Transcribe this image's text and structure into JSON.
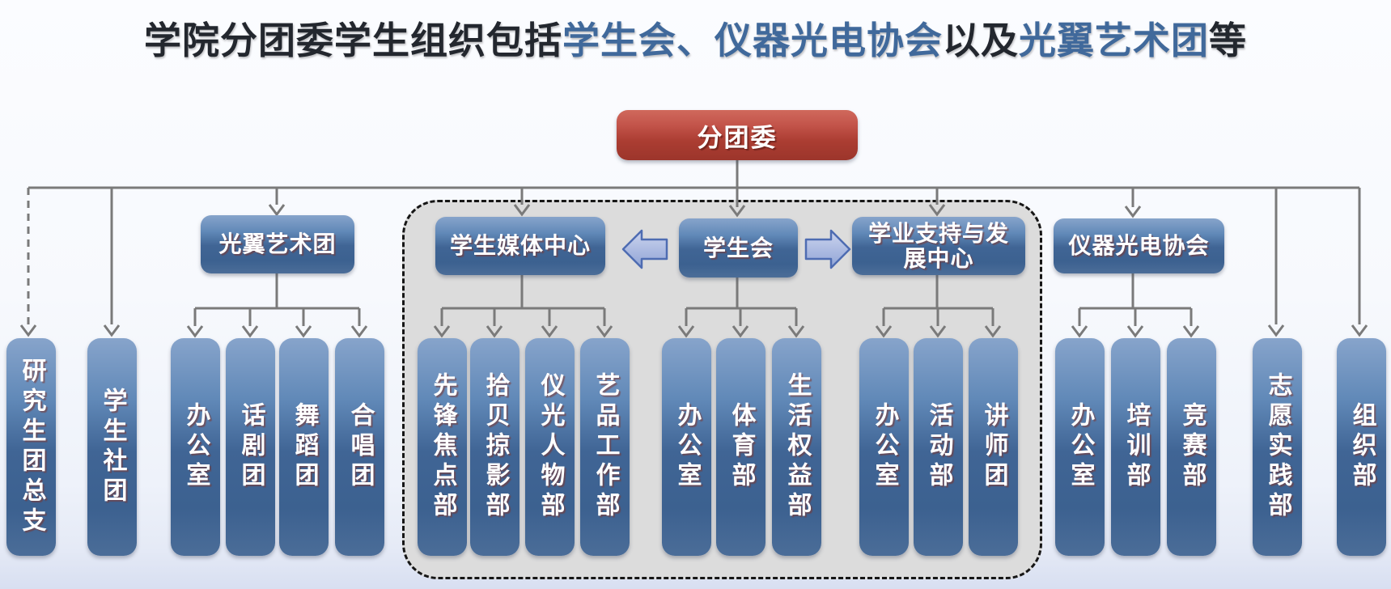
{
  "title": {
    "parts": [
      {
        "text": "学院分团委学生组织包括"
      },
      {
        "text": "学生会、仪器光电协会"
      },
      {
        "text": "以及"
      },
      {
        "text": "光翼艺术团"
      },
      {
        "text": "等"
      }
    ]
  },
  "org": {
    "root": "分团委",
    "direct_members": [
      "研究生团总支",
      "学生社团",
      "志愿实践部",
      "组织部"
    ],
    "branches": [
      {
        "label": "光翼艺术团",
        "children": [
          "办公室",
          "话剧团",
          "舞蹈团",
          "合唱团"
        ]
      },
      {
        "label": "学生媒体中心",
        "children": [
          "先锋焦点部",
          "拾贝掠影部",
          "仪光人物部",
          "艺品工作部"
        ]
      },
      {
        "label": "学生会",
        "children": [
          "办公室",
          "体育部",
          "生活权益部"
        ]
      },
      {
        "label": "学业支持与发展中心",
        "children": [
          "办公室",
          "活动部",
          "讲师团"
        ]
      },
      {
        "label": "仪器光电协会",
        "children": [
          "办公室",
          "培训部",
          "竞赛部"
        ]
      }
    ]
  },
  "colors": {
    "accent_blue": "#40699b",
    "title_dark": "#23272e",
    "node_blue": "#3e6494",
    "root_red": "#ab3d32",
    "line_gray": "#7a7a7a",
    "panel_gray": "#dcdcdc"
  }
}
